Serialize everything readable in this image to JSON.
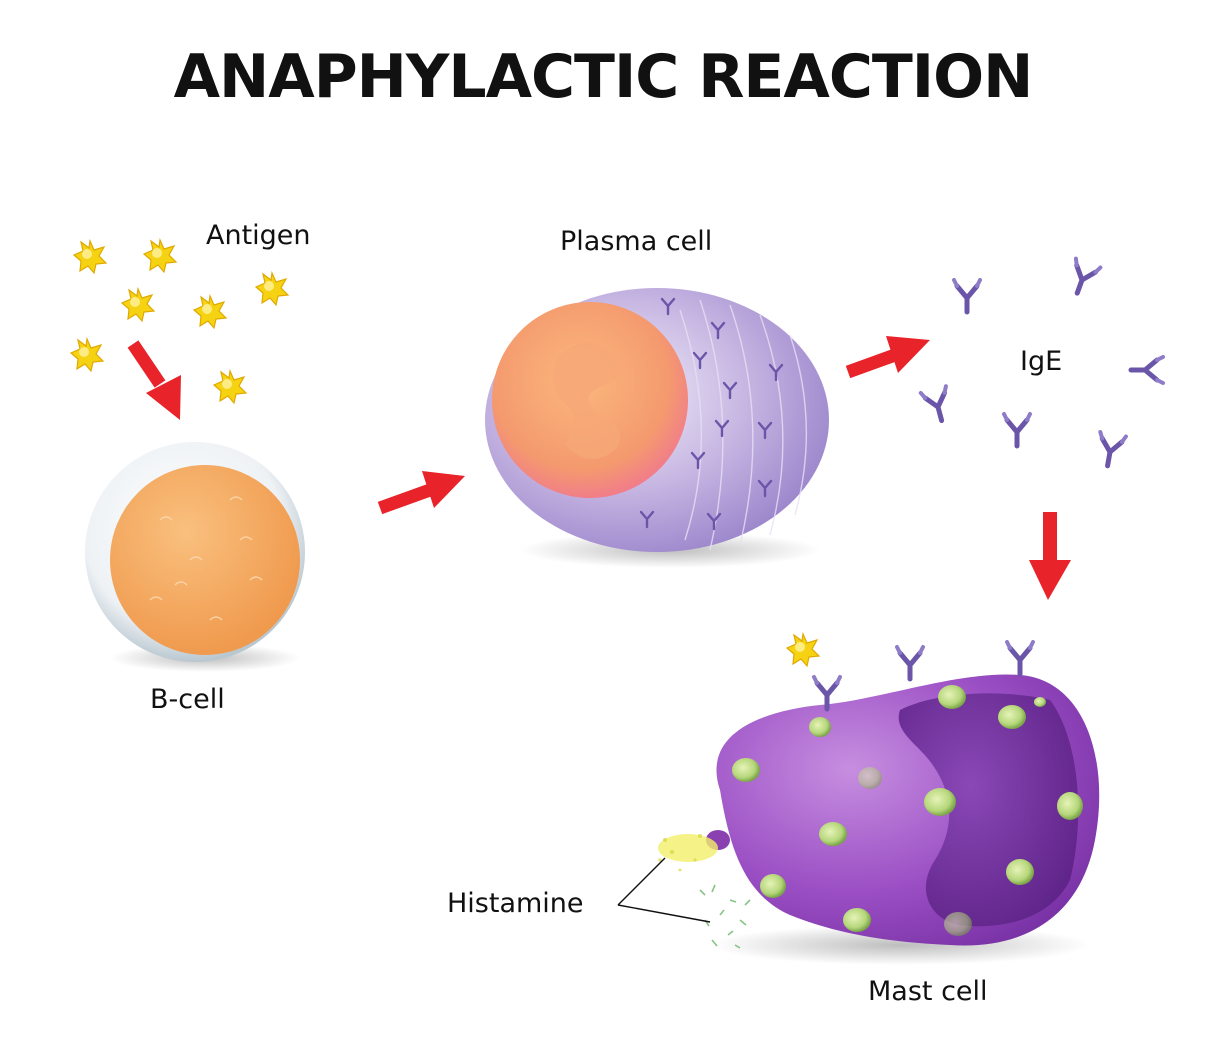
{
  "title": "ANAPHYLACTIC REACTION",
  "labels": {
    "antigen": "Antigen",
    "plasma_cell": "Plasma cell",
    "ige": "IgE",
    "b_cell": "B-cell",
    "histamine": "Histamine",
    "mast_cell": "Mast cell"
  },
  "colors": {
    "arrow": "#e8232a",
    "antigen": "#f5d312",
    "b_cell_core": "#f4a25c",
    "plasma_nucleus": "#f4a070",
    "plasma_body": "#a98fd0",
    "ige": "#6a55a8",
    "mast_body": "#9b4fc4",
    "mast_nucleus": "#6a2a94",
    "granule": "#c8e08a"
  },
  "icons": [
    "antigen-star-icon",
    "ige-antibody-icon",
    "red-arrow-icon"
  ]
}
